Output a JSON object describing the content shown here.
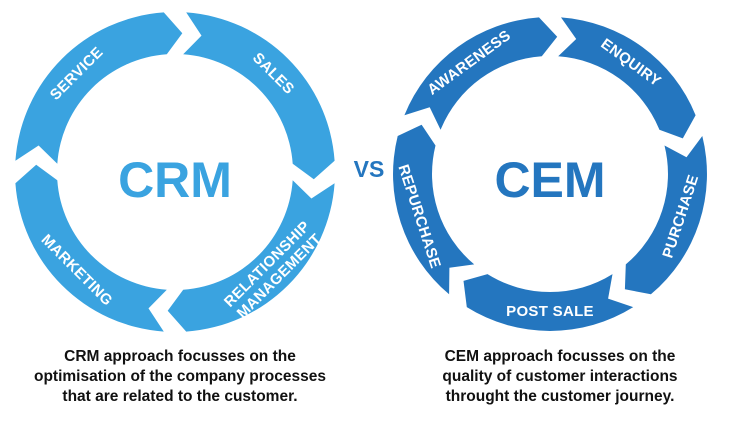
{
  "colors": {
    "crm": "#3aa3e0",
    "cem": "#2476bf",
    "vs": "#2476bf",
    "caption": "#111111",
    "background": "#ffffff"
  },
  "crm": {
    "center": "CRM",
    "segments": [
      "SERVICE",
      "SALES",
      "MARKETING",
      [
        "RELATIONSHIP",
        "MANAGEMENT"
      ]
    ],
    "caption": [
      "CRM approach focusses on the",
      "optimisation of the company processes",
      "that are related to the customer."
    ]
  },
  "vs": "VS",
  "cem": {
    "center": "CEM",
    "segments": [
      "AWARENESS",
      "ENQUIRY",
      "PURCHASE",
      "POST SALE",
      "REPURCHASE"
    ],
    "caption": [
      "CEM approach focusses on the",
      "quality of customer interactions",
      "throught the customer journey."
    ]
  }
}
